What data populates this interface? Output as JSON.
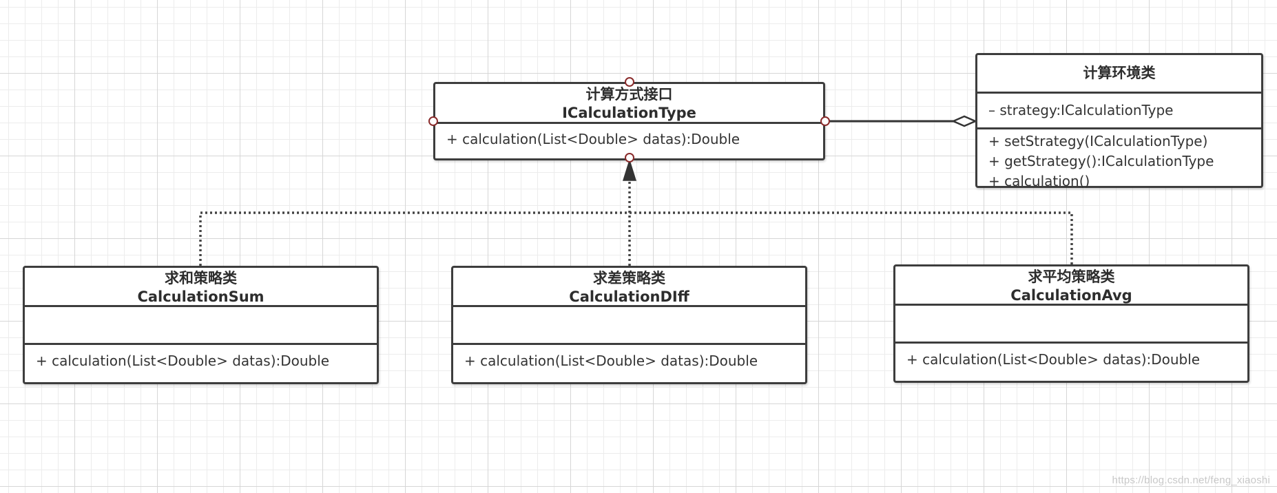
{
  "interface_class": {
    "title_cn": "计算方式接口",
    "title_en": "ICalculationType",
    "operations": [
      "+ calculation(List<Double> datas):Double"
    ]
  },
  "context_class": {
    "title": "计算环境类",
    "attributes": [
      "– strategy:ICalculationType"
    ],
    "operations": [
      "+ setStrategy(ICalculationType)",
      "+ getStrategy():ICalculationType",
      "+ calculation()"
    ]
  },
  "strategies": [
    {
      "title_cn": "求和策略类",
      "title_en": "CalculationSum",
      "operations": [
        "+ calculation(List<Double> datas):Double"
      ]
    },
    {
      "title_cn": "求差策略类",
      "title_en": "CalculationDIff",
      "operations": [
        "+ calculation(List<Double> datas):Double"
      ]
    },
    {
      "title_cn": "求平均策略类",
      "title_en": "CalculationAvg",
      "operations": [
        "+ calculation(List<Double> datas):Double"
      ]
    }
  ],
  "relationships": [
    {
      "type": "aggregation",
      "from": "计算环境类",
      "to": "计算方式接口"
    },
    {
      "type": "realization",
      "from": "求和策略类",
      "to": "计算方式接口"
    },
    {
      "type": "realization",
      "from": "求差策略类",
      "to": "计算方式接口"
    },
    {
      "type": "realization",
      "from": "求平均策略类",
      "to": "计算方式接口"
    }
  ],
  "colors": {
    "border": "#3d3d3d",
    "port": "#8a2b2b",
    "grid": "#d6d6d6"
  },
  "watermark": "https://blog.csdn.net/feng_xiaoshi"
}
